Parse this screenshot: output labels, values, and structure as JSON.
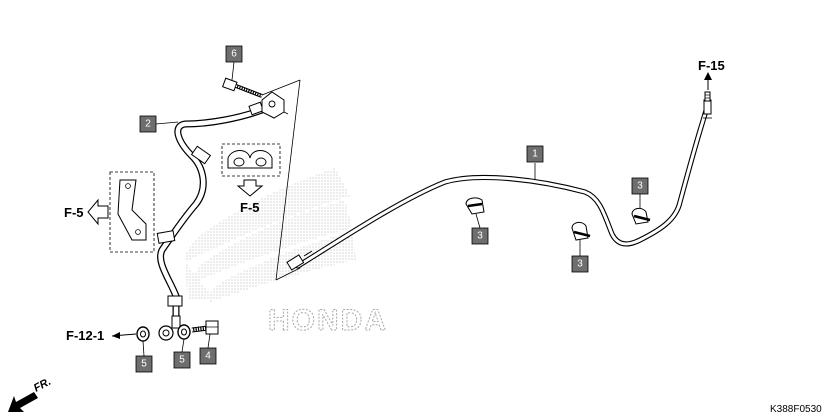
{
  "diagram": {
    "references": {
      "f15": "F-15",
      "f5_left": "F-5",
      "f5_clamp": "F-5",
      "f12_1": "F-12-1",
      "fr": "FR."
    },
    "callouts": {
      "c1": "1",
      "c2": "2",
      "c3a": "3",
      "c3b": "3",
      "c3c": "3",
      "c4": "4",
      "c5a": "5",
      "c5b": "5",
      "c6": "6"
    },
    "watermark": "HONDA",
    "diagram_code": "K388F0530"
  }
}
